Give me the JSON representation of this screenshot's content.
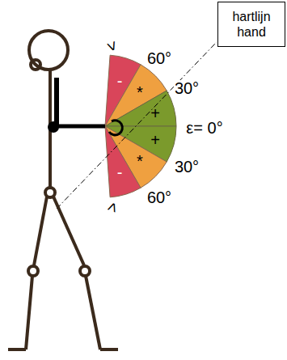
{
  "diagram": {
    "nodes": [
      {
        "text": [
          "hartlijn hand"
        ]
      }
    ],
    "labels": [
      ">",
      "60°",
      "-",
      "*",
      "30°",
      "+",
      "ε= 0°",
      "+",
      "*",
      "30°",
      "-",
      ">",
      "60°"
    ]
  }
}
